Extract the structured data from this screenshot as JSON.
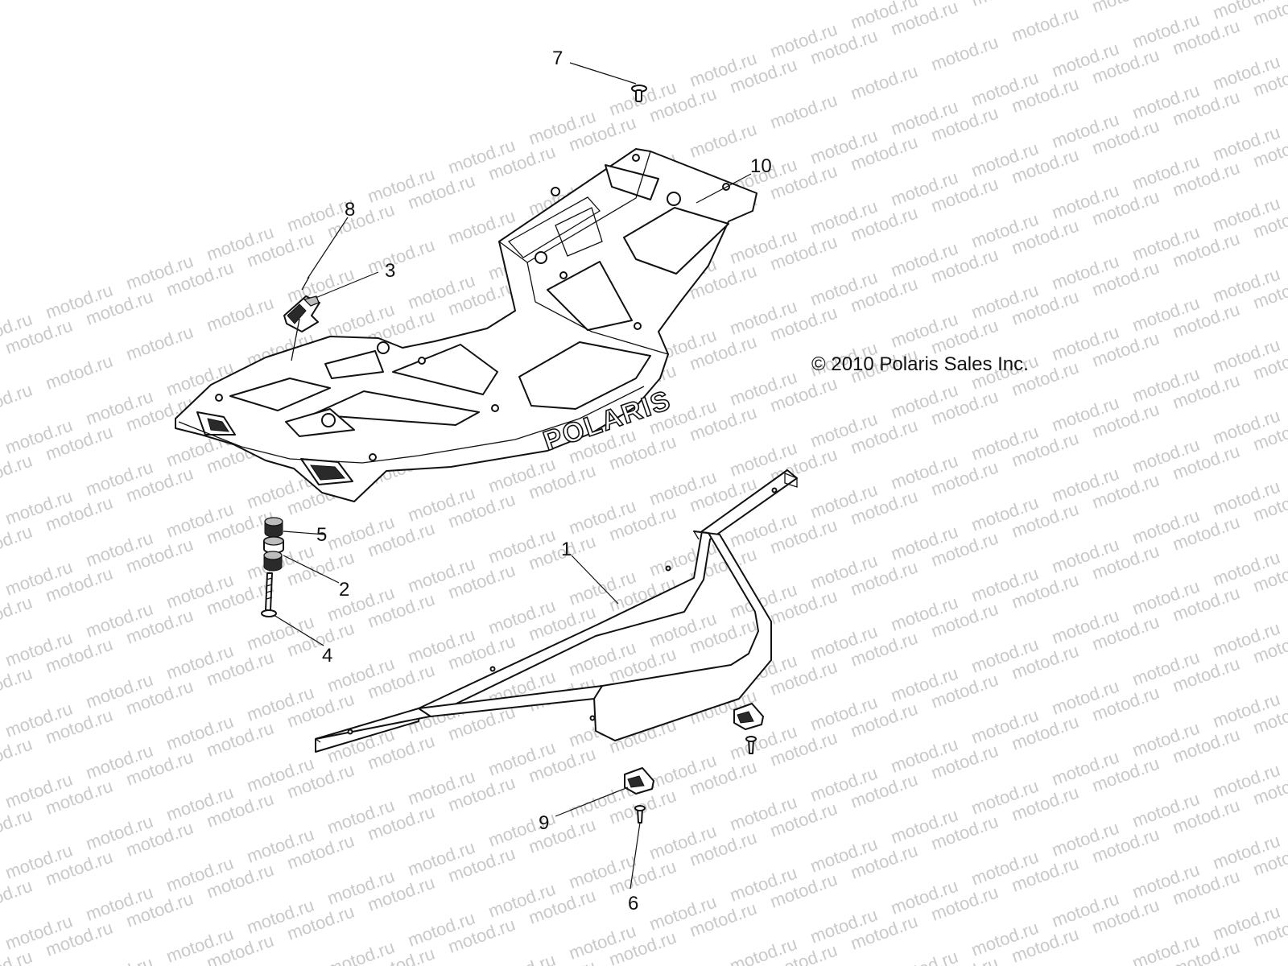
{
  "watermark": {
    "text": "motod.ru",
    "color": "#c9c9c9"
  },
  "copyright": "© 2010 Polaris Sales Inc.",
  "brand_mark": "POLARIS",
  "callouts": [
    {
      "id": "7",
      "name": "callout-7"
    },
    {
      "id": "10",
      "name": "callout-10"
    },
    {
      "id": "8",
      "name": "callout-8"
    },
    {
      "id": "3",
      "name": "callout-3"
    },
    {
      "id": "5",
      "name": "callout-5"
    },
    {
      "id": "2",
      "name": "callout-2"
    },
    {
      "id": "4",
      "name": "callout-4"
    },
    {
      "id": "1",
      "name": "callout-1"
    },
    {
      "id": "9",
      "name": "callout-9"
    },
    {
      "id": "6",
      "name": "callout-6"
    }
  ]
}
